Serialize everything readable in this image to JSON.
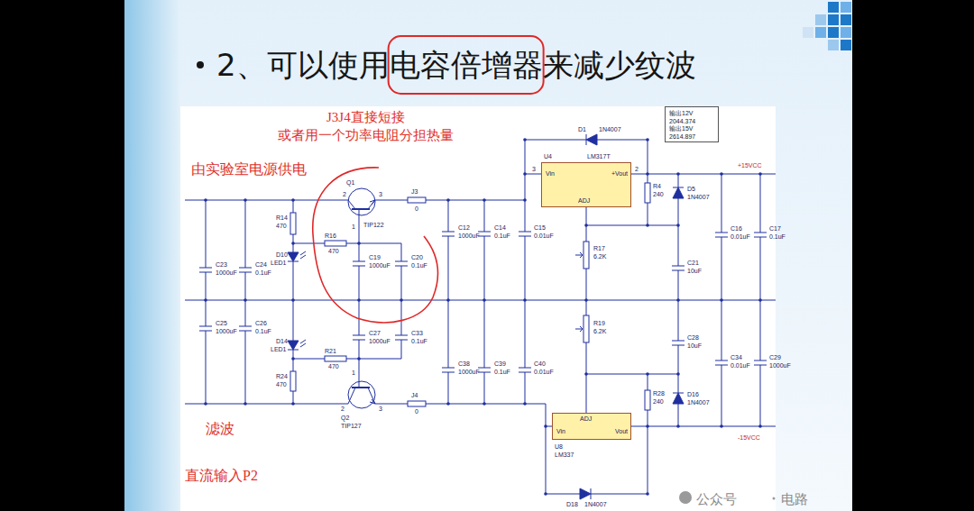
{
  "diagram": {
    "title": "2、可以使用电容倍增器来减少纹波",
    "nodes": [
      {
        "text": [
          "U4",
          "LM317T",
          "Vin",
          "+Vout",
          "ADJ"
        ]
      },
      {
        "text": [
          "Vin",
          "ADJ",
          "Vout",
          "U8",
          "LM337"
        ]
      },
      {
        "text": [
          "输出12V",
          "2044.374",
          "输出15V",
          "2614.897"
        ]
      }
    ],
    "labels": [
      "Q1",
      "TIP122",
      "2",
      "3",
      "J3",
      "0",
      "R14",
      "470",
      "R16",
      "470",
      "D10",
      "LED1",
      "C19",
      "1000uF",
      "C20",
      "0.1uF",
      "C23",
      "1000uF",
      "C24",
      "0.1uF",
      "C25",
      "1000uF",
      "C26",
      "0.1uF",
      "D14",
      "LED1",
      "R21",
      "470",
      "C27",
      "1000uF",
      "C33",
      "0.1uF",
      "R24",
      "470",
      "Q2",
      "TIP127",
      "1",
      "2",
      "3",
      "J4",
      "0",
      "C12",
      "1000uF",
      "C14",
      "0.1uF",
      "C15",
      "0.01uF",
      "C38",
      "1000uF",
      "C39",
      "0.1uF",
      "C40",
      "0.01uF",
      "D1",
      "1N4007",
      "3",
      "2",
      "R4",
      "240",
      "D5",
      "1N4007",
      "+15VCC",
      "C16",
      "0.01uF",
      "C17",
      "0.1uF",
      "R17",
      "6.2K",
      "C21",
      "10uF",
      "R19",
      "6.2K",
      "C28",
      "10uF",
      "C34",
      "0.01uF",
      "C29",
      "1000uF",
      "D16",
      "1N4007",
      "R28",
      "240",
      "-15VCC",
      "D18",
      "1N4007",
      "1",
      "J3J4直接短接",
      "或者用一个功率电阻分担热量",
      "由实验室电源供电",
      "滤波",
      "直流输入P2",
      "公众号",
      "电路"
    ]
  }
}
